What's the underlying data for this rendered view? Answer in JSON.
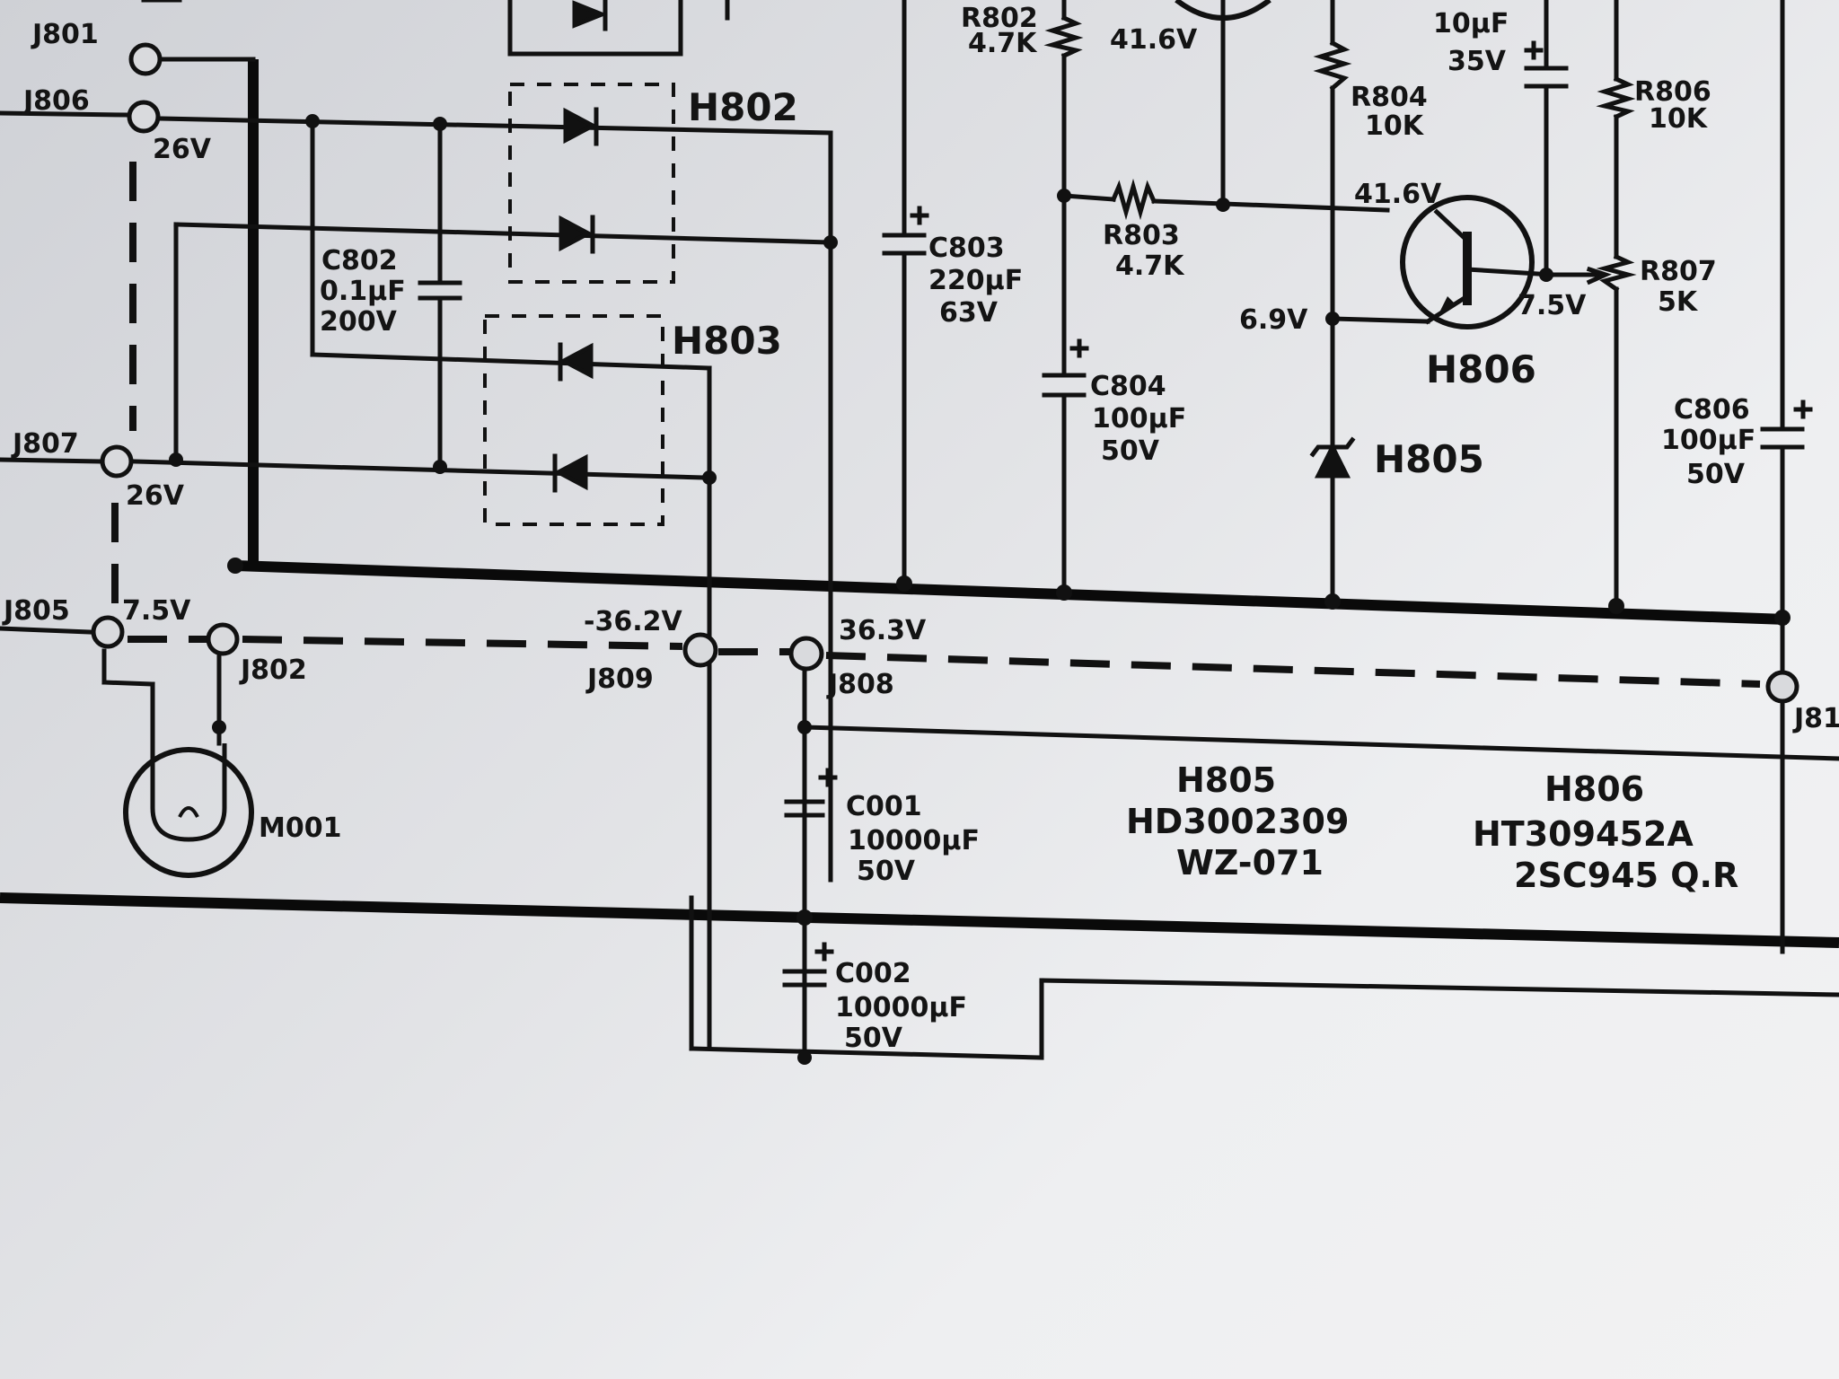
{
  "labels": {
    "j801": "J801",
    "j806": "J806",
    "v26a": "26V",
    "j807": "J807",
    "v26b": "26V",
    "j805": "J805",
    "v75a": "7.5V",
    "j802": "J802",
    "m001": "M001",
    "c802": "C802",
    "c802_cap": "0.1µF",
    "c802_volt": "200V",
    "h802": "H802",
    "h803": "H803",
    "vneg362": "-36.2V",
    "j809": "J809",
    "v363": "36.3V",
    "j808": "J808",
    "c803": "C803",
    "c803_cap": "220µF",
    "c803_volt": "63V",
    "r802": "R802",
    "r802_val": "4.7K",
    "v416a": "41.6V",
    "r803": "R803",
    "r803_val": "4.7K",
    "c804": "C804",
    "c804_cap": "100µF",
    "c804_volt": "50V",
    "c805_cap": "10µF",
    "c805_volt": "35V",
    "r804": "R804",
    "r804_val": "10K",
    "v416b": "41.6V",
    "v69": "6.9V",
    "h806": "H806",
    "h805": "H805",
    "v75b": "7.5V",
    "r806": "R806",
    "r806_val": "10K",
    "r807": "R807",
    "r807_val": "5K",
    "c806": "C806",
    "c806_cap": "100µF",
    "c806_volt": "50V",
    "c001": "C001",
    "c001_cap": "10000µF",
    "c001_volt": "50V",
    "c002": "C002",
    "c002_cap": "10000µF",
    "c002_volt": "50V",
    "leg_h805": "H805",
    "leg_h805_pn": "HD3002309",
    "leg_h805_type": "WZ-071",
    "leg_h806": "H806",
    "leg_h806_pn": "HT309452A",
    "leg_h806_type": "2SC945 Q.R",
    "j810_partial": "J81"
  }
}
